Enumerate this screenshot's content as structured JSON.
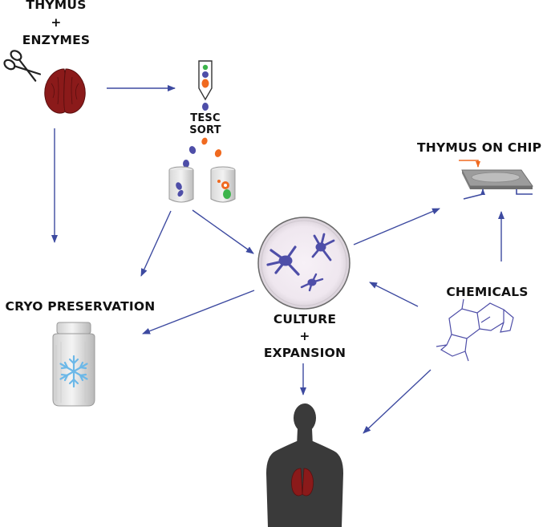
{
  "labels": {
    "thymus": "THYMUS",
    "plus1": "+",
    "enzymes": "ENZYMES",
    "tesc": "TESC",
    "sort": "SORT",
    "thymus_on_chip": "THYMUS ON CHIP",
    "cryo_preservation": "CRYO PRESERVATION",
    "chemicals": "CHEMICALS",
    "culture": "CULTURE",
    "plus2": "+",
    "expansion": "EXPANSION"
  },
  "icons": {
    "scissors": "scissors-icon",
    "thymus": "thymus-organ-icon",
    "pipette": "pipette-icon",
    "tubes": "test-tube-icon",
    "petri_dish": "petri-dish-icon",
    "chip": "microfluidic-chip-icon",
    "molecule": "chemical-structure-icon",
    "bottle": "cryo-bottle-icon",
    "snowflake": "snowflake-icon",
    "human": "human-silhouette-icon"
  },
  "colors": {
    "arrow": "#3d4aa0",
    "thymus": "#8b1a1a",
    "cell_blue": "#4e4ea8",
    "cell_orange": "#f06a20",
    "cell_green": "#3cb44b",
    "snowflake": "#6cb8e8",
    "silhouette": "#3a3a3a"
  }
}
